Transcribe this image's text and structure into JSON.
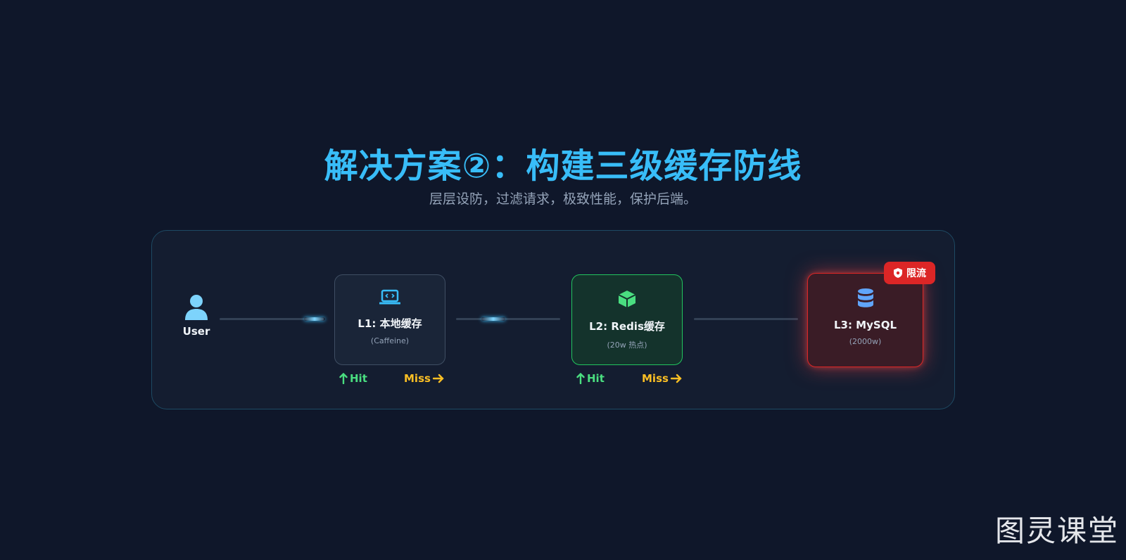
{
  "header": {
    "title": "解决方案②：构建三级缓存防线",
    "subtitle": "层层设防，过滤请求，极致性能，保护后端。"
  },
  "diagram": {
    "user": {
      "label": "User",
      "icon": "user-icon"
    },
    "l1": {
      "title": "L1: 本地缓存",
      "sub": "(Caffeine)",
      "icon": "code-laptop-icon",
      "accent": "#38bdf8"
    },
    "l2": {
      "title": "L2: Redis缓存",
      "sub": "(20w 热点)",
      "icon": "cube-icon",
      "accent": "#4ade80"
    },
    "l3": {
      "title": "L3: MySQL",
      "sub": "(2000w)",
      "icon": "database-icon",
      "accent": "#60a5fa"
    },
    "badge": {
      "label": "限流",
      "icon": "shield-icon",
      "color": "#dc2626"
    },
    "hit_label": "Hit",
    "miss_label": "Miss",
    "hit_color": "#4ade80",
    "miss_color": "#fbbf24"
  },
  "watermark": {
    "text": "图灵课堂"
  },
  "colors": {
    "background": "#0f172a",
    "title": "#38bdf8",
    "panel": "#141d30"
  }
}
